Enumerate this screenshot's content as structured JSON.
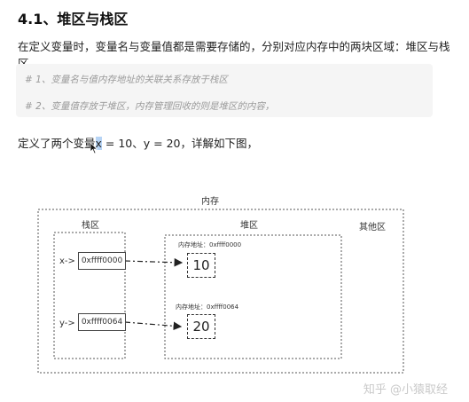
{
  "doc": {
    "heading": "4.1、堆区与栈区",
    "para1": "在定义变量时，变量名与变量值都是需要存储的，分别对应内存中的两块区域：堆区与栈区。",
    "comments": [
      "# 1、变量名与值内存地址的关联关系存放于栈区",
      "# 2、变量值存放于堆区，内存管理回收的则是堆区的内容，"
    ],
    "para2_before": "定义了两个变量",
    "para2_selected": "x",
    "para2_after": " = 10、y = 20，详解如下图，"
  },
  "diagram": {
    "memory_label": "内存",
    "stack_label": "栈区",
    "heap_label": "堆区",
    "other_label": "其他区",
    "var_x": "x->",
    "var_y": "y->",
    "addr_x": "0xffff0000",
    "addr_y": "0xffff0064",
    "heap_addr_label_1": "内存地址：0xffff0000",
    "heap_addr_label_2": "内存地址：0xffff0064",
    "value_1": "10",
    "value_2": "20"
  },
  "watermark": "知乎 @小猿取经"
}
